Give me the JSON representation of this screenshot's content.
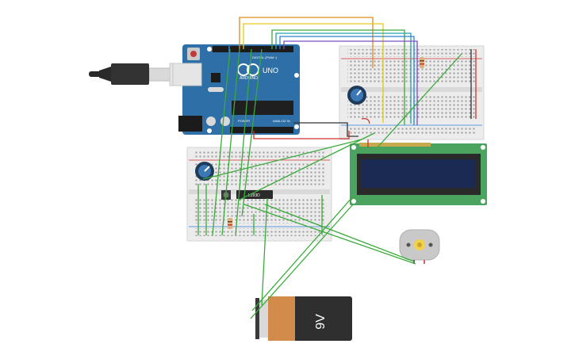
{
  "canvas": {
    "background": "#ffffff"
  },
  "arduino": {
    "brand_label": "ARDUINO",
    "model_label": "UNO",
    "digital_label": "DIGITAL (PWM~)",
    "power_label": "POWER",
    "analog_label": "ANALOG IN",
    "color": "#2d6fa6"
  },
  "driver_chip": {
    "label": "L293D"
  },
  "battery": {
    "label": "9V",
    "cap_color": "#d28b4a",
    "body_color": "#2f2f2f"
  },
  "lcd": {
    "pcb_color": "#4aa35f",
    "screen_color": "#1b2a52"
  },
  "wire_colors": {
    "green": "#3aaa3a",
    "red": "#d03030",
    "black": "#333333",
    "orange": "#e08a1e",
    "yellow": "#e6c81a",
    "blue": "#2f7fd8",
    "purple": "#7a4fc0",
    "teal": "#20a3a8"
  },
  "icons": [
    "usb-cable-icon",
    "potentiometer-icon",
    "dc-motor-icon",
    "pushbutton-icon",
    "resistor-icon"
  ]
}
